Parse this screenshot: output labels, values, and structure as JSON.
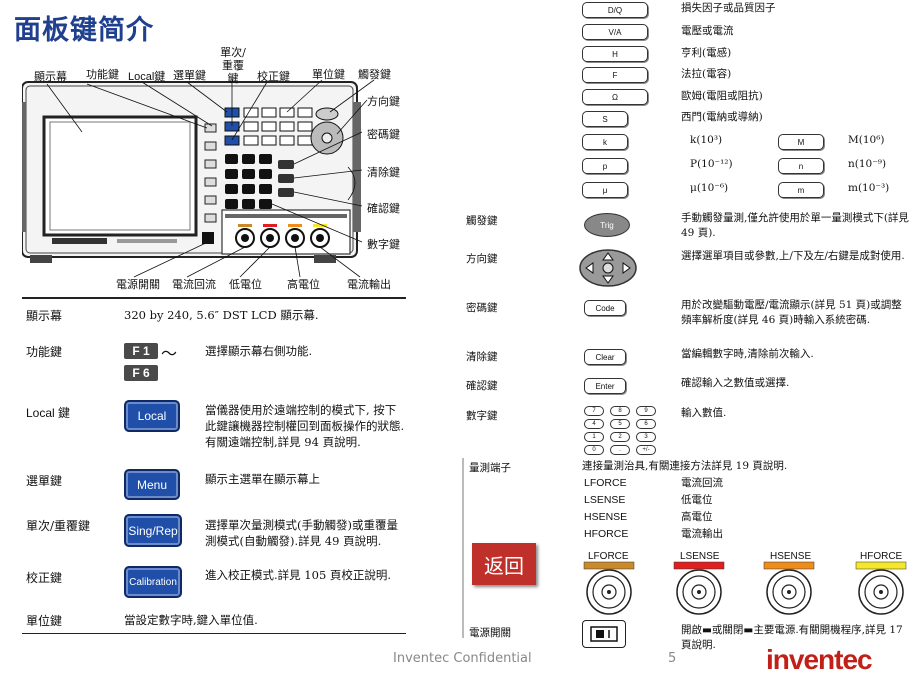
{
  "title": "面板键简介",
  "diagram": {
    "callouts_top": {
      "display": "顯示幕",
      "function": "功能鍵",
      "local": "Local鍵",
      "menu": "選單鍵",
      "singrep": "單次/重覆鍵",
      "calibration": "校正鍵",
      "unit": "單位鍵",
      "trigger": "觸發鍵"
    },
    "callouts_right": {
      "direction": "方向鍵",
      "code": "密碼鍵",
      "clear": "清除鍵",
      "enter": "確認鍵",
      "numeric": "數字鍵"
    },
    "callouts_bottom": {
      "power": "電源開關",
      "lforce": "電流回流",
      "lsense": "低電位",
      "hsense": "高電位",
      "hforce": "電流輸出"
    }
  },
  "left_table": [
    {
      "name": "顯示幕",
      "key": "",
      "desc": "320 by 240, 5.6″ DST LCD 顯示幕."
    },
    {
      "name": "功能鍵",
      "key": "F 1 ～ F 6",
      "desc": "選擇顯示幕右側功能."
    },
    {
      "name": "Local 鍵",
      "key": "Local",
      "desc": "當儀器使用於遠端控制的模式下, 按下此鍵讓機器控制權回到面板操作的狀態.有關遠端控制,詳見 94 頁說明."
    },
    {
      "name": "選單鍵",
      "key": "Menu",
      "desc": "顯示主選單在顯示幕上"
    },
    {
      "name": "單次/重覆鍵",
      "key": "Sing/Rep",
      "desc": "選擇單次量測模式(手動觸發)或重覆量測模式(自動觸發).詳見 49 頁說明."
    },
    {
      "name": "校正鍵",
      "key": "Calibration",
      "desc": "進入校正模式.詳見 105 頁校正說明."
    },
    {
      "name": "單位鍵",
      "key": "",
      "desc": "當設定數字時,鍵入單位值."
    }
  ],
  "fkeys": {
    "f1": "F 1",
    "tilde": "～",
    "f6": "F 6"
  },
  "right_units": [
    {
      "key": "D/Q",
      "desc": "損失因子或品質因子"
    },
    {
      "key": "V/A",
      "desc": "電壓或電流"
    },
    {
      "key": "H",
      "desc": "亨利(電感)"
    },
    {
      "key": "F",
      "desc": "法拉(電容)"
    },
    {
      "key": "Ω",
      "desc": "歐姆(電阻或阻抗)"
    },
    {
      "key": "S",
      "desc": "西門(電納或導納)"
    }
  ],
  "right_prefix": [
    {
      "key": "k",
      "desc": "k(10³)",
      "key2": "M",
      "desc2": "M(10⁶)"
    },
    {
      "key": "p",
      "desc": "P(10⁻¹²)",
      "key2": "n",
      "desc2": "n(10⁻⁹)"
    },
    {
      "key": "μ",
      "desc": "μ(10⁻⁶)",
      "key2": "m",
      "desc2": "m(10⁻³)"
    }
  ],
  "right_rows": {
    "trigger": {
      "name": "觸發鍵",
      "key": "Trig",
      "desc": "手動觸發量測,僅允許使用於單一量測模式下(詳見 49 頁)."
    },
    "direction": {
      "name": "方向鍵",
      "desc": "選擇選單項目或參數,上/下及左/右鍵是成對使用."
    },
    "code": {
      "name": "密碼鍵",
      "key": "Code",
      "desc": "用於改變驅動電壓/電流顯示(詳見 51 頁)或調整頻率解析度(詳見 46 頁)時輸入系統密碼."
    },
    "clear": {
      "name": "清除鍵",
      "key": "Clear",
      "desc": "當編輯數字時,清除前次輸入."
    },
    "enter": {
      "name": "確認鍵",
      "key": "Enter",
      "desc": "確認輸入之數值或選擇."
    },
    "numeric": {
      "name": "數字鍵",
      "desc": "輸入數值."
    },
    "terminal": {
      "name": "量測端子",
      "desc": "連接量測治具,有關連接方法詳見 19 頁說明."
    },
    "power": {
      "name": "電源開關",
      "desc": "開啟▬或關閉▬主要電源.有關開機程序,詳見 17 頁說明."
    }
  },
  "numpad": [
    "7",
    "8",
    "9",
    "4",
    "5",
    "6",
    "1",
    "2",
    "3",
    "0",
    ".",
    "+/-"
  ],
  "terminals": [
    {
      "name": "LFORCE",
      "desc": "電流回流",
      "color": "#c98a2a"
    },
    {
      "name": "LSENSE",
      "desc": "低電位",
      "color": "#e02020"
    },
    {
      "name": "HSENSE",
      "desc": "高電位",
      "color": "#f08c1a"
    },
    {
      "name": "HFORCE",
      "desc": "電流輸出",
      "color": "#f5e82a"
    }
  ],
  "back_button": "返回",
  "footer": "Inventec Confidential",
  "page_number": "5",
  "logo": "inventec",
  "colors": {
    "title": "#1f3f8f",
    "blue_key": "#1f4fa8",
    "back": "#c0302a",
    "logo": "#c02018"
  }
}
